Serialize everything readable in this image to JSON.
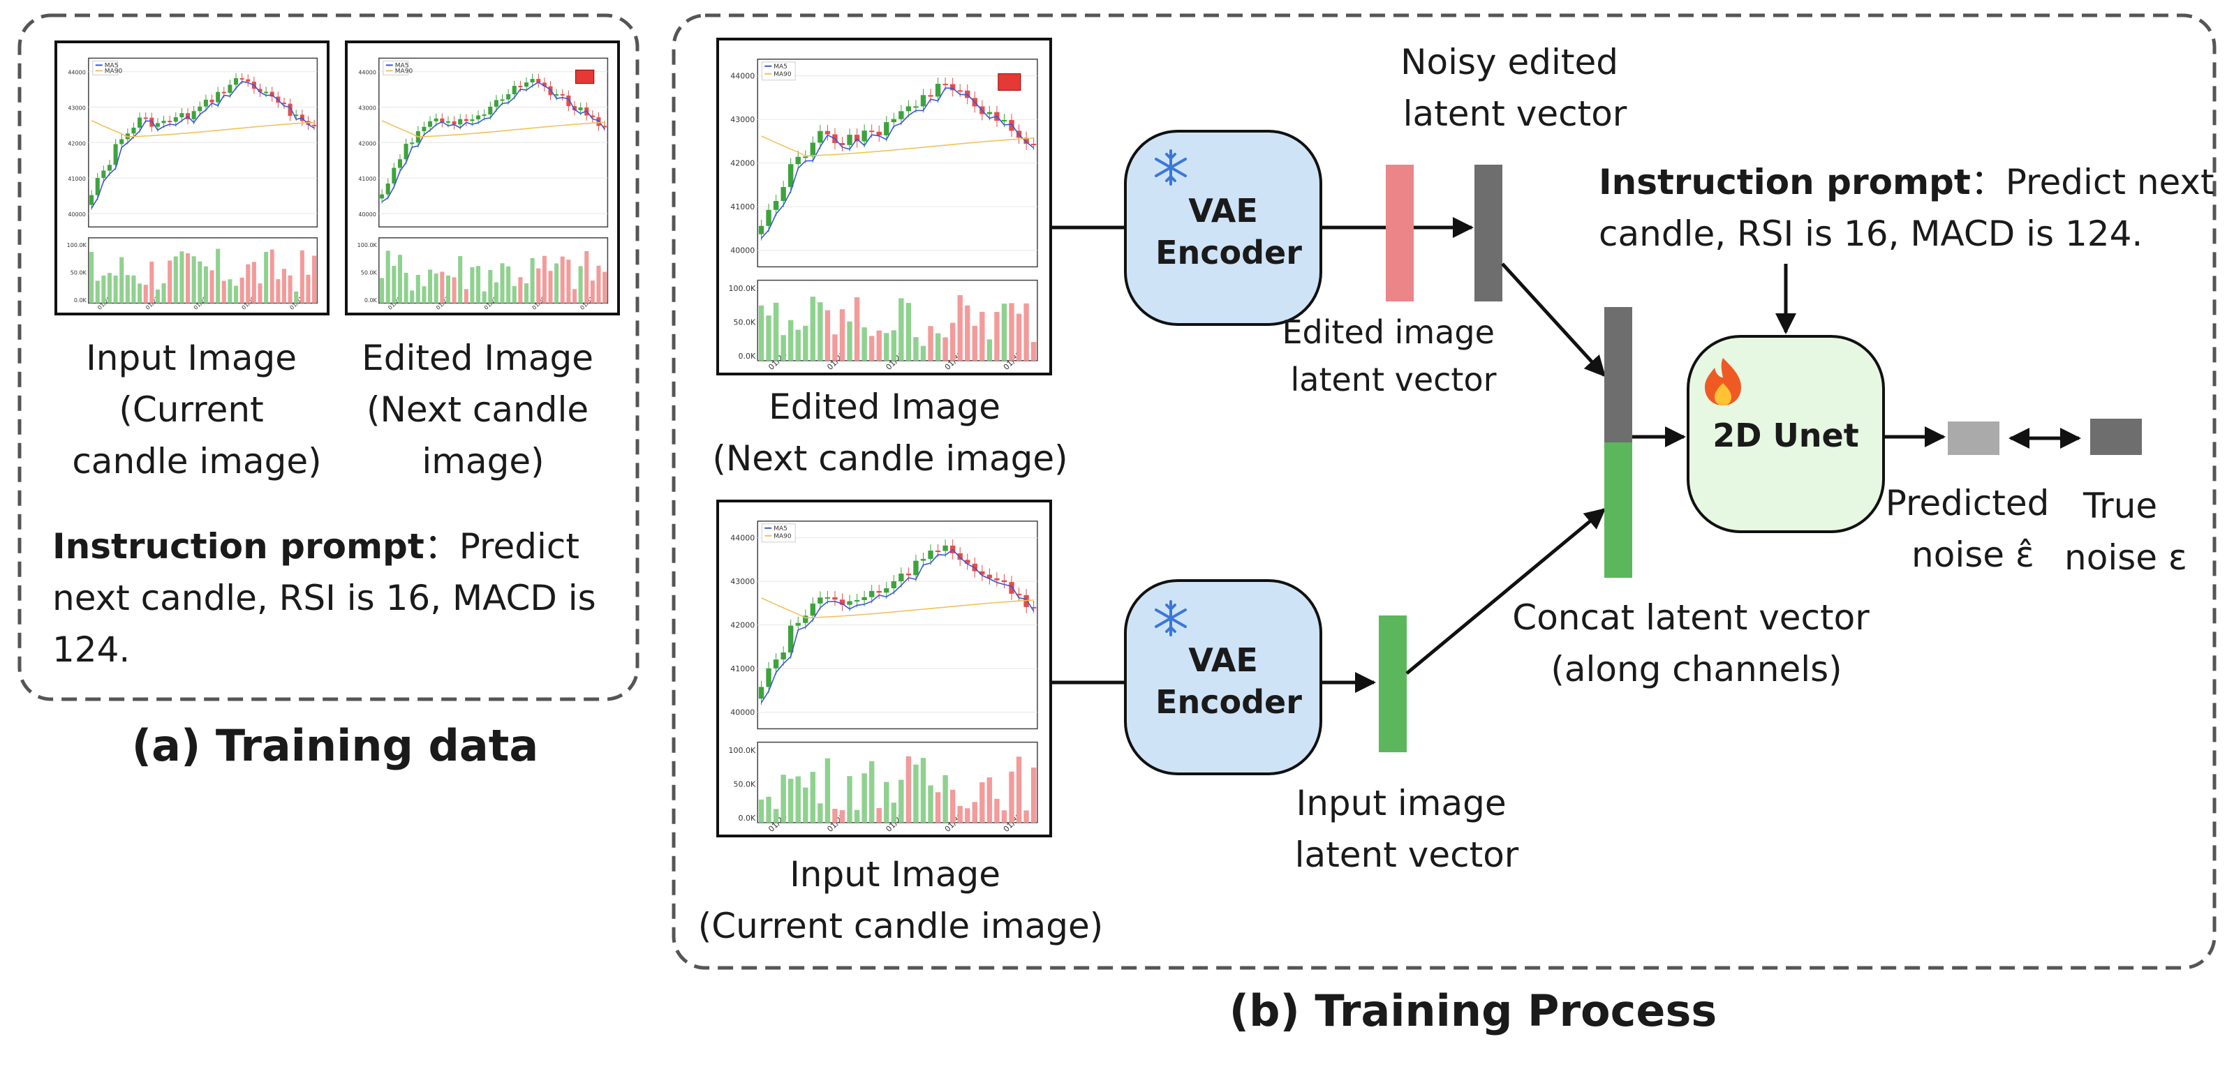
{
  "panel_a": {
    "caption": "(a) Training data",
    "input_image_label": [
      "Input Image",
      "(Current",
      "candle image)"
    ],
    "edited_image_label": [
      "Edited Image",
      "(Next candle",
      "image)"
    ],
    "instruction_bold": "Instruction prompt",
    "instruction_text": [
      "：Predict",
      "next candle, RSI is 16, MACD is",
      "124."
    ]
  },
  "panel_b": {
    "caption": "(b) Training Process",
    "edited_image_label": [
      "Edited Image",
      "(Next candle image)"
    ],
    "input_image_label": [
      "Input Image",
      "(Current candle image)"
    ],
    "vae_encoder_top": [
      "VAE",
      "Encoder"
    ],
    "vae_encoder_bottom": [
      "VAE",
      "Encoder"
    ],
    "noisy_latent_label": [
      "Noisy edited",
      "latent vector"
    ],
    "edited_latent_label": [
      "Edited image",
      "latent vector"
    ],
    "input_latent_label": [
      "Input image",
      "latent vector"
    ],
    "concat_label": [
      "Concat latent vector",
      "(along channels)"
    ],
    "unet_label": "2D Unet",
    "instruction_bold": "Instruction prompt",
    "instruction_text": [
      "：Predict next",
      "candle, RSI is 16, MACD is 124."
    ],
    "predicted_noise_label": [
      "Predicted",
      "noise ε̂"
    ],
    "true_noise_label": [
      "True",
      "noise ε"
    ]
  },
  "chart_ticks": {
    "price": [
      "44000",
      "43000",
      "42000",
      "41000",
      "40000"
    ],
    "volume": [
      "100.0K",
      "50.0K",
      "0.0K"
    ],
    "legend": [
      "MA5",
      "MA90"
    ],
    "dates": [
      "01/26",
      "01/27",
      "01/28",
      "01/30",
      "01/31"
    ]
  },
  "icons": {
    "snowflake": "snowflake-icon",
    "fire": "fire-icon"
  },
  "colors": {
    "vae_fill": "#cfe3f7",
    "unet_fill": "#e6f7e2",
    "edited_latent": "#ec8587",
    "noisy_latent": "#6e6e6e",
    "input_latent": "#5cb65c",
    "predicted_noise": "#aaaaaa",
    "true_noise": "#6e6e6e",
    "candle_up": "#3da33d",
    "candle_down": "#e34d4d",
    "ma5": "#3b57d6",
    "ma90": "#f2c15a"
  }
}
